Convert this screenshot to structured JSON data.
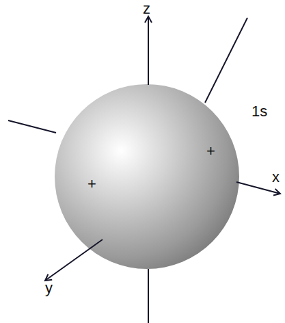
{
  "diagram": {
    "labels": [
      "z",
      "y",
      "x",
      "1s",
      "+",
      "+"
    ]
  }
}
